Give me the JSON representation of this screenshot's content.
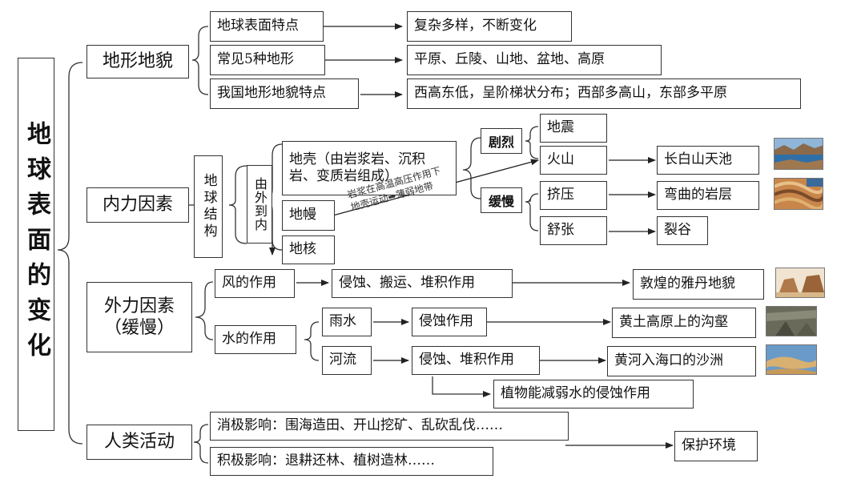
{
  "title": "地球表面的变化",
  "sections": {
    "terrain": {
      "label": "地形地貌",
      "items": [
        {
          "label": "地球表面特点",
          "result": "复杂多样，不断变化"
        },
        {
          "label": "常见5种地形",
          "result": "平原、丘陵、山地、盆地、高原"
        },
        {
          "label": "我国地形地貌特点",
          "result": "西高东低，呈阶梯状分布；西部多高山，东部多平原"
        }
      ]
    },
    "internal": {
      "label": "内力因素",
      "structure_label": "地球结构",
      "order_label": "由外到内",
      "layers": {
        "crust": "地壳（由岩浆岩、沉积岩、变质岩组成）",
        "mantle": "地幔",
        "core": "地核"
      },
      "fast_label": "剧烈",
      "slow_label": "缓慢",
      "earthquake": "地震",
      "volcano": "火山",
      "volcano_example": "长白山天池",
      "squeeze": "挤压",
      "squeeze_example": "弯曲的岩层",
      "stretch": "舒张",
      "stretch_example": "裂谷",
      "magma_note_line1": "岩浆在高温高压作用下",
      "magma_note_line2_a": "地壳运动",
      "magma_note_line2_b": "薄弱地带"
    },
    "external": {
      "label_line1": "外力因素",
      "label_line2": "（缓慢）",
      "wind": "风的作用",
      "wind_effect": "侵蚀、搬运、堆积作用",
      "wind_example": "敦煌的雅丹地貌",
      "water": "水的作用",
      "rain": "雨水",
      "rain_effect": "侵蚀作用",
      "rain_example": "黄土高原上的沟壑",
      "river": "河流",
      "river_effect": "侵蚀、堆积作用",
      "river_example": "黄河入海口的沙洲",
      "plant_note": "植物能减弱水的侵蚀作用"
    },
    "human": {
      "label": "人类活动",
      "negative": "消极影响：围海造田、开山挖矿、乱砍乱伐……",
      "positive": "积极影响：退耕还林、植树造林……",
      "result": "保护环境"
    }
  },
  "photos": {
    "lake": "lake-photo",
    "strata": "folded-rock-photo",
    "yardang": "yardang-photo",
    "gully": "gully-photo",
    "delta": "river-delta-photo"
  }
}
